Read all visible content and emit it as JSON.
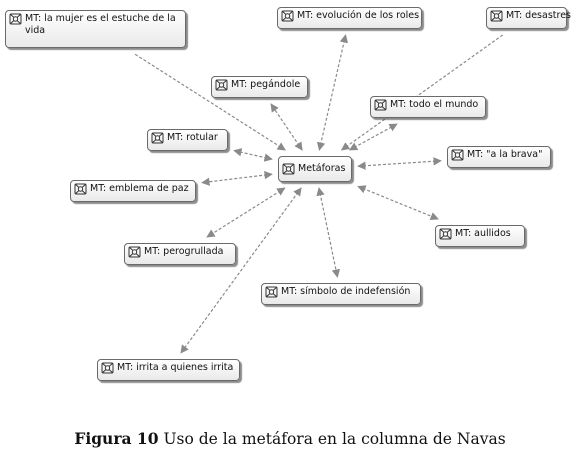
{
  "center": {
    "id": "metaforas",
    "label": "Metáforas"
  },
  "nodes": [
    {
      "id": "mujer",
      "label": "MT:  la mujer es el estuche de la vida",
      "direction": "to-center"
    },
    {
      "id": "evolucion",
      "label": "MT: evolución de los roles",
      "direction": "both"
    },
    {
      "id": "desastres",
      "label": "MT: desastres",
      "direction": "to-center"
    },
    {
      "id": "pegandole",
      "label": "MT: pegándole",
      "direction": "both"
    },
    {
      "id": "todo",
      "label": "MT: todo el mundo",
      "direction": "both"
    },
    {
      "id": "rotular",
      "label": "MT: rotular",
      "direction": "both"
    },
    {
      "id": "brava",
      "label": "MT: \"a la brava\"",
      "direction": "both"
    },
    {
      "id": "emblema",
      "label": "MT: emblema de paz",
      "direction": "both"
    },
    {
      "id": "aullidos",
      "label": "MT:  aullidos",
      "direction": "both"
    },
    {
      "id": "perogrullada",
      "label": "MT:  perogrullada",
      "direction": "both"
    },
    {
      "id": "simbolo",
      "label": "MT:  símbolo de indefensión",
      "direction": "both"
    },
    {
      "id": "irrita",
      "label": "MT:  irrita a quienes irrita",
      "direction": "both"
    }
  ],
  "caption": {
    "figure": "Figura 10",
    "text": "Uso de la metáfora en la columna de Navas"
  },
  "colors": {
    "edge": "#8a8a8a",
    "node_border": "#6a6a6a",
    "icon": "#333333"
  },
  "icon_name": "code-network-icon"
}
